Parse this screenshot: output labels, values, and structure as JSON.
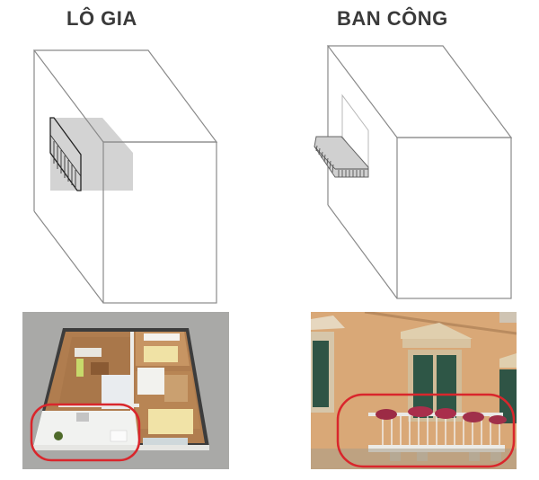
{
  "columns": [
    {
      "title": "LÔ GIA",
      "diagram": "building-box-with-recessed-loggia",
      "photo": "apartment-3d-floorplan-with-loggia-circled"
    },
    {
      "title": "BAN CÔNG",
      "diagram": "building-box-with-projecting-balcony",
      "photo": "building-facade-with-balcony-circled"
    }
  ],
  "colors": {
    "title_text": "#3a3a3a",
    "line": "#8a8a8a",
    "shade": "#d3d3d3",
    "highlight_circle": "#d9262c",
    "photo_left_bg": "#a9a9a7",
    "photo_right_wall": "#d9a877"
  }
}
